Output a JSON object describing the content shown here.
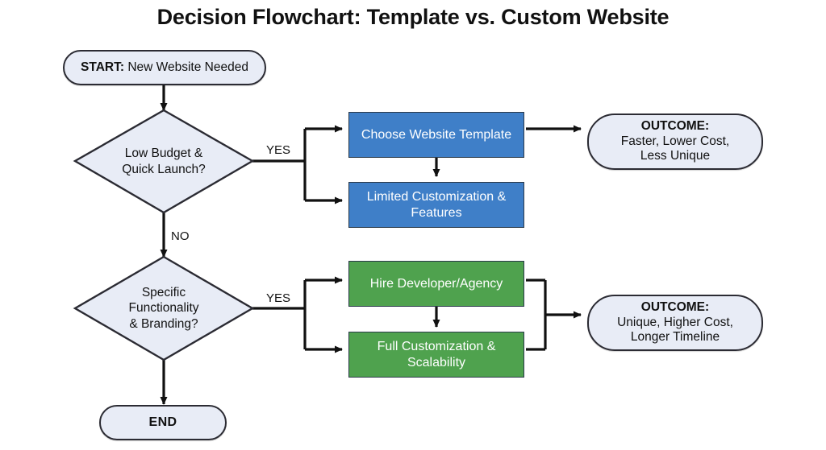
{
  "title": "Decision Flowchart: Template vs. Custom Website",
  "colors": {
    "background": "#ffffff",
    "terminal_fill": "#e8ecf6",
    "terminal_stroke": "#2b2b33",
    "template_box": "#3f7fc8",
    "custom_box": "#4fa24e",
    "connector": "#111111",
    "text_dark": "#111111",
    "text_light": "#ffffff"
  },
  "nodes": {
    "start": {
      "emphasis": "START:",
      "text": "New Website Needed",
      "shape": "terminator"
    },
    "decision1": {
      "line1": "Low Budget &",
      "line2": "Quick Launch?",
      "shape": "decision"
    },
    "decision2": {
      "line1": "Specific",
      "line2": "Functionality",
      "line3": "& Branding?",
      "shape": "decision"
    },
    "template_action": {
      "text": "Choose Website Template",
      "shape": "process"
    },
    "template_detail": {
      "line1": "Limited Customization &",
      "line2": "Features",
      "shape": "process"
    },
    "custom_action": {
      "text": "Hire Developer/Agency",
      "shape": "process"
    },
    "custom_detail": {
      "line1": "Full Customization &",
      "line2": "Scalability",
      "shape": "process"
    },
    "outcome_template": {
      "emphasis": "OUTCOME:",
      "line1": "Faster, Lower Cost,",
      "line2": "Less Unique",
      "shape": "terminator"
    },
    "outcome_custom": {
      "emphasis": "OUTCOME:",
      "line1": "Unique, Higher Cost,",
      "line2": "Longer Timeline",
      "shape": "terminator"
    },
    "end": {
      "text": "END",
      "shape": "terminator"
    }
  },
  "edge_labels": {
    "d1_yes": "YES",
    "d1_no": "NO",
    "d2_yes": "YES"
  }
}
